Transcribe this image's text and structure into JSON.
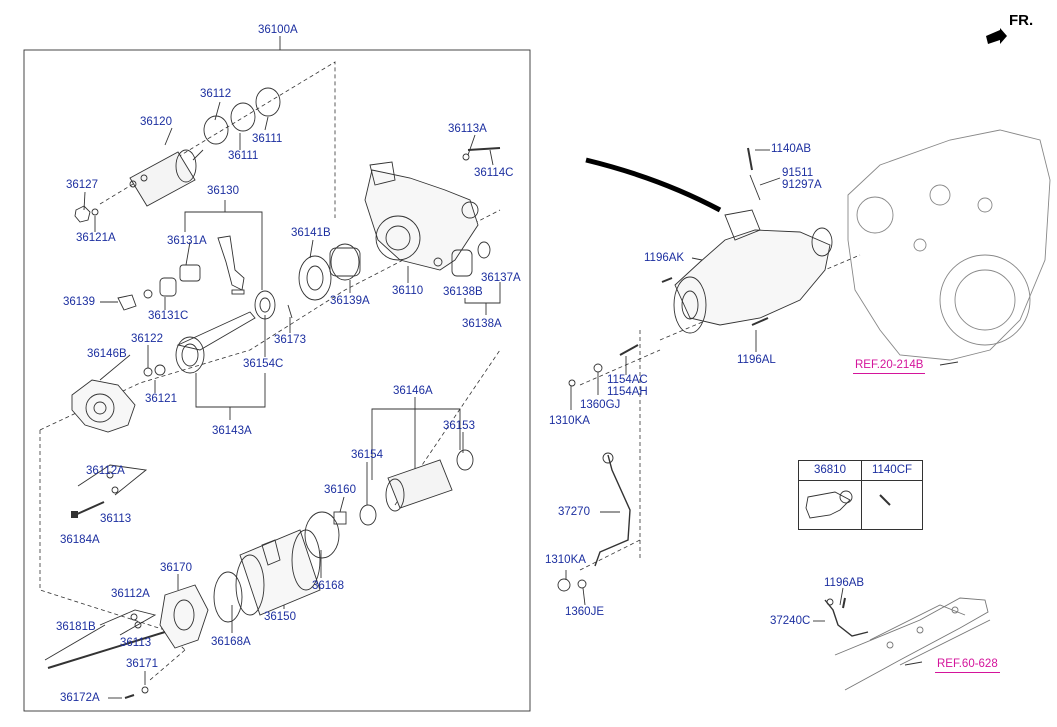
{
  "orientation_marker": {
    "text": "FR.",
    "icon": "forward-arrow-icon"
  },
  "assembly": "36100A",
  "reference_links": {
    "ref1": "REF.20-214B",
    "ref2": "REF.60-628"
  },
  "accent_colors": {
    "part_label": "#1c2fa0",
    "reference_link": "#d4149b",
    "linework": "#333333"
  },
  "parts_table": {
    "col1": "36810",
    "col2": "1140CF"
  },
  "labels": {
    "l36100A": "36100A",
    "l36112": "36112",
    "l36120": "36120",
    "l36111a": "36111",
    "l36111b": "36111",
    "l36113A": "36113A",
    "l36114C": "36114C",
    "l36127": "36127",
    "l36130": "36130",
    "l36121A": "36121A",
    "l36131A": "36131A",
    "l36141B": "36141B",
    "l36137A": "36137A",
    "l36139": "36139",
    "l36131C": "36131C",
    "l36139A": "36139A",
    "l36110": "36110",
    "l36138B": "36138B",
    "l36138A": "36138A",
    "l36173": "36173",
    "l36122": "36122",
    "l36146B": "36146B",
    "l36154C": "36154C",
    "l36121": "36121",
    "l36143A": "36143A",
    "l36146A": "36146A",
    "l36153": "36153",
    "l36154": "36154",
    "l36112A_a": "36112A",
    "l36113_a": "36113",
    "l36160": "36160",
    "l36184A": "36184A",
    "l36170": "36170",
    "l36168": "36168",
    "l36112A_b": "36112A",
    "l36181B": "36181B",
    "l36113_b": "36113",
    "l36150": "36150",
    "l36168A": "36168A",
    "l36171": "36171",
    "l36172A": "36172A",
    "l1140AB": "1140AB",
    "l91511": "91511",
    "l91297A": "91297A",
    "l1196AK": "1196AK",
    "l1196AL": "1196AL",
    "l1154AC": "1154AC",
    "l1154AH": "1154AH",
    "l1360GJ": "1360GJ",
    "l1310KA_a": "1310KA",
    "l37270": "37270",
    "l1310KA_b": "1310KA",
    "l1360JE": "1360JE",
    "l1196AB": "1196AB",
    "l37240C": "37240C"
  }
}
